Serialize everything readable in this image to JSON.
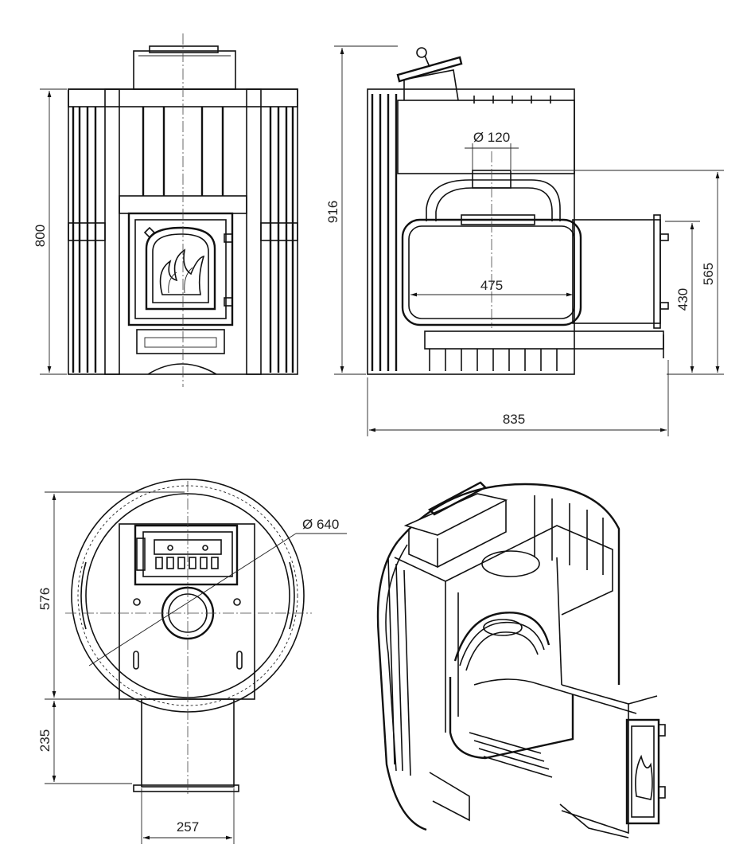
{
  "dimensions": {
    "front_height": "800",
    "side_height": "916",
    "flue_diameter": "Ø 120",
    "firebox_width": "475",
    "door_height": "430",
    "flue_height": "565",
    "overall_depth": "835",
    "top_diameter": "Ø 640",
    "top_depth": "576",
    "tunnel_length": "235",
    "tunnel_width": "257"
  }
}
